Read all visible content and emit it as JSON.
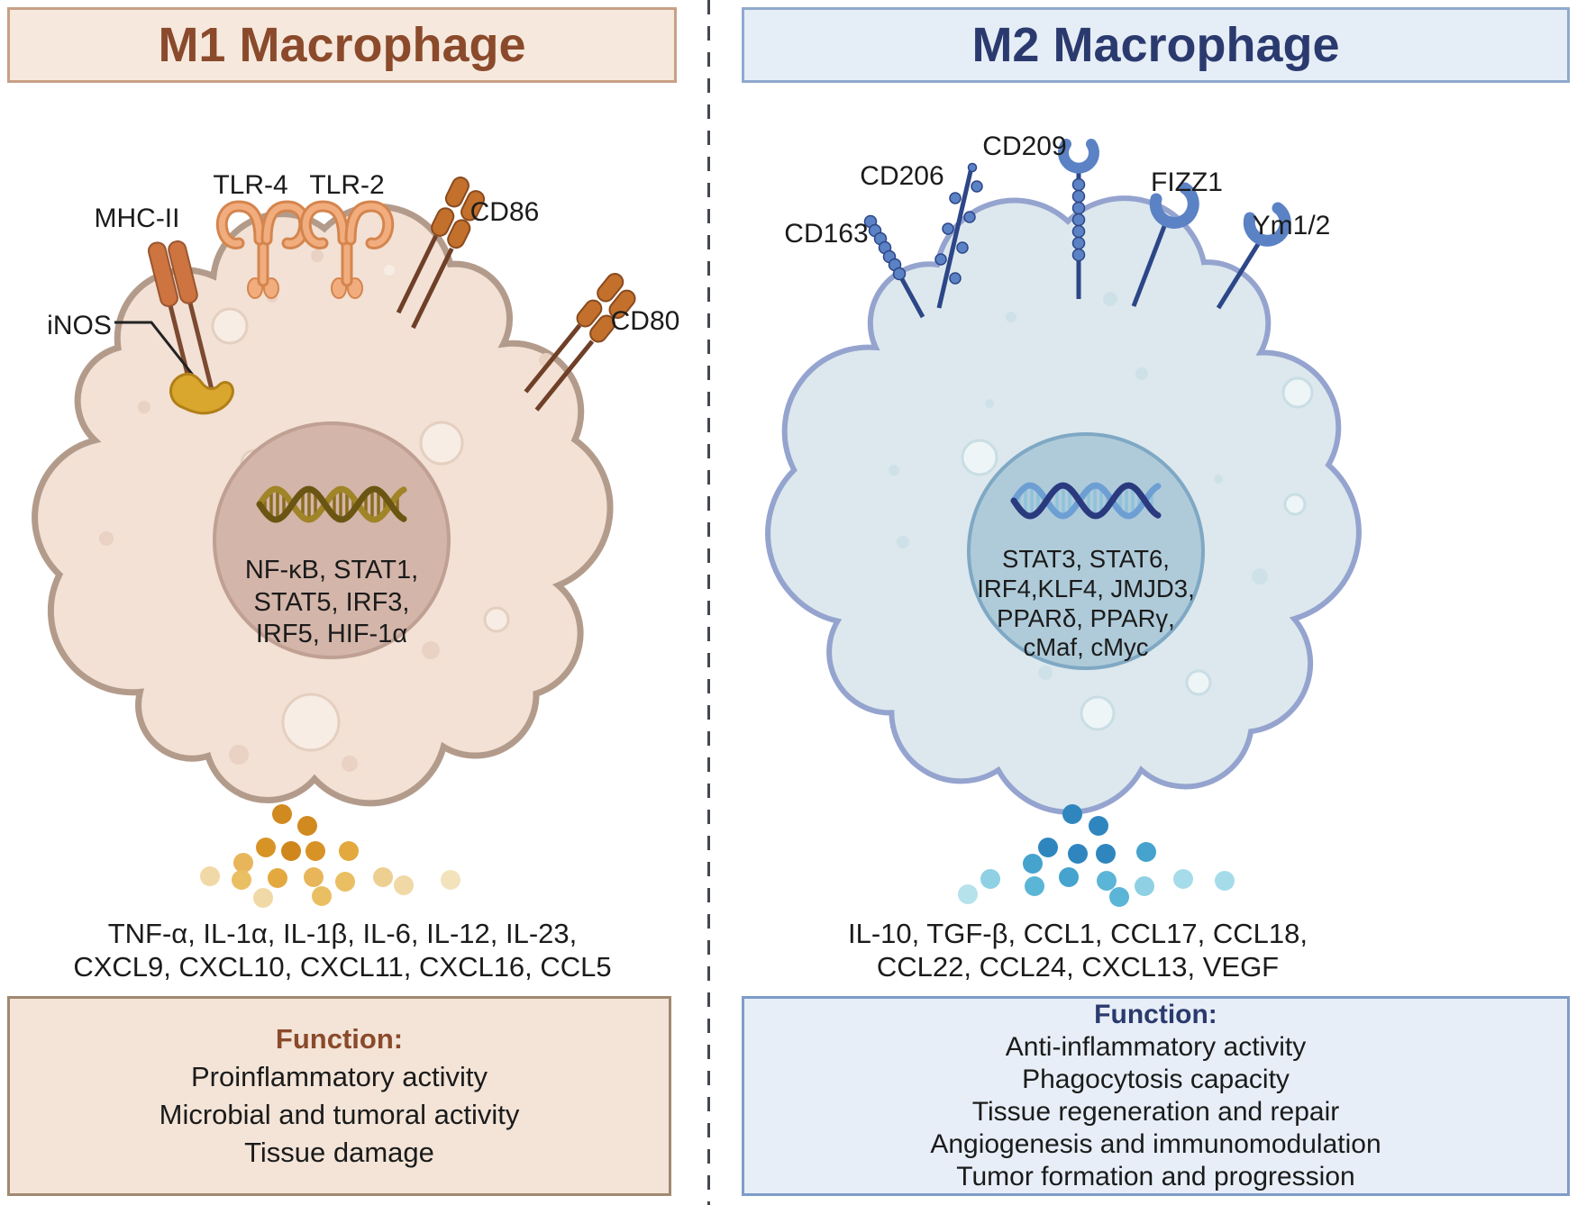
{
  "theme": {
    "--ink": "#1b1b1b",
    "--m1-accent": "#8a4a2b",
    "--m1-panel-bg": "#f6e8dc",
    "--m1-panel-border": "#c7a086",
    "--m1-box-border": "#a08971",
    "--m1-cell-fill": "#f2e1d4",
    "--m1-cell-border": "#b39b8b",
    "--m2-accent": "#2b3a6e",
    "--m2-panel-bg": "#e5edf6",
    "--m2-panel-border": "#8fa9cc",
    "--m2-box-border": "#7e9cc8",
    "--m2-cell-fill": "#dce8ed",
    "--m2-cell-border": "#95a3cf"
  },
  "m1": {
    "title": "M1 Macrophage",
    "receptors": {
      "inos": "iNOS",
      "mhc2": "MHC-II",
      "tlr4": "TLR-4",
      "tlr2": "TLR-2",
      "cd86": "CD86",
      "cd80": "CD80"
    },
    "nucleus": {
      "factors": [
        "NF-κB, STAT1,",
        "STAT5, IRF3,",
        "IRF5, HIF-1α"
      ]
    },
    "secreted": {
      "line1": "TNF-α, IL-1α, IL-1β, IL-6, IL-12, IL-23,",
      "line2": "CXCL9, CXCL10, CXCL11, CXCL16, CCL5"
    },
    "function_box": {
      "title": "Function:",
      "items": [
        "Proinflammatory activity",
        "Microbial and tumoral activity",
        "Tissue damage"
      ]
    }
  },
  "m2": {
    "title": "M2 Macrophage",
    "receptors": {
      "cd163": "CD163",
      "cd206": "CD206",
      "cd209": "CD209",
      "fizz1": "FIZZ1",
      "ym12": "Ym1/2"
    },
    "nucleus": {
      "factors": [
        "STAT3, STAT6,",
        "IRF4,KLF4, JMJD3,",
        "PPARδ, PPARγ,",
        "cMaf, cMyc"
      ]
    },
    "secreted": {
      "line1": "IL-10, TGF-β, CCL1, CCL17, CCL18,",
      "line2": "CCL22, CCL24, CXCL13, VEGF"
    },
    "function_box": {
      "title": "Function:",
      "items": [
        "Anti-inflammatory activity",
        "Phagocytosis capacity",
        "Tissue regeneration and repair",
        "Angiogenesis and immunomodulation",
        "Tumor formation and progression"
      ]
    }
  }
}
